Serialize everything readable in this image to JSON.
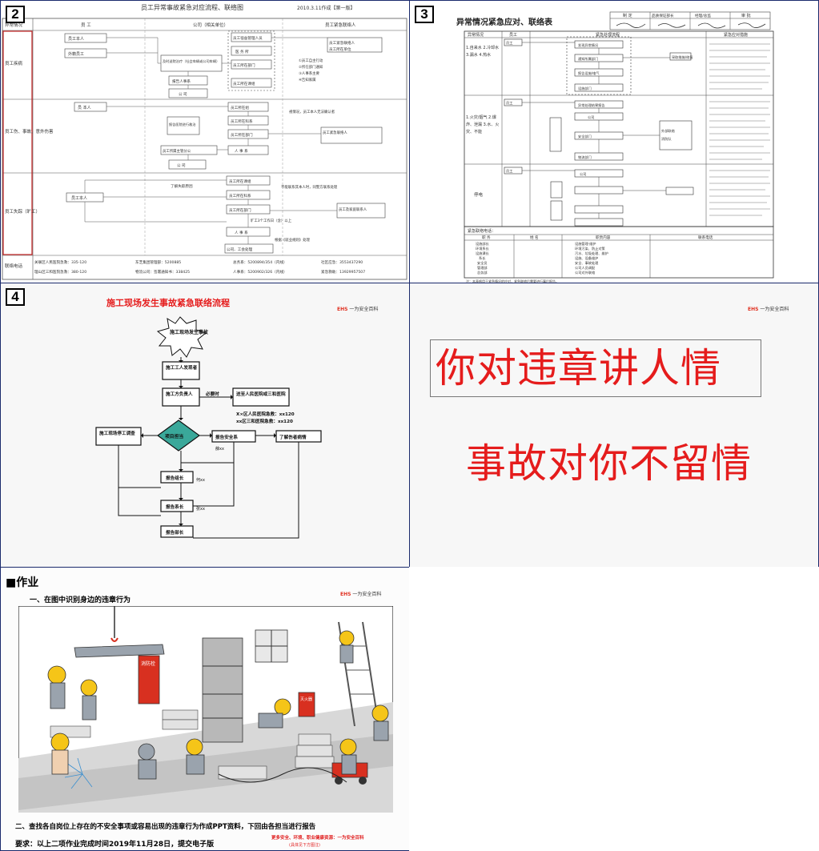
{
  "panel2": {
    "number": "2",
    "title": "员工异常事故紧急对应流程、联络图",
    "date": "2010.3.11作成【第一版】",
    "headers": [
      "异常情况",
      "员 工",
      "公司（相关单位）",
      "员工紧急联络人"
    ],
    "rows": [
      "员工疾病",
      "员工伤、事故、意外伤害",
      "员工失踪（旷工）",
      "联络电话"
    ],
    "boxes_r1": [
      "员工本人",
      "外籍员工",
      "员工宿舍管理人员",
      "医 务 所",
      "员工所在部门",
      "员工所在课组",
      "及时送院治疗（社会车辆或公司车辆）",
      "报告人事系",
      "公 司",
      "员工紧急联络人",
      "员工所在单位"
    ],
    "notes_r1": [
      "①员工自主行动",
      "②所在部门通知",
      "③人事系主要",
      "④告知家属"
    ],
    "boxes_r2": [
      "员 本人",
      "员工所在组",
      "员工所在科系",
      "员工所在部门",
      "员工所属主管分公",
      "人 事 系",
      "公 司",
      "员工紧急联络人",
      "报告医院进行救治"
    ],
    "notes_r2": [
      "视情况，员工本人无法确认者"
    ],
    "boxes_r3": [
      "员工所在课组",
      "员工所在科系",
      "员工所在部门",
      "员工本人",
      "人 事 系",
      "公司、工会处理",
      "员工及家庭联系人"
    ],
    "notes_r3": [
      "了解失踪原因",
      "不能联系其本人时，同警方联系处理",
      "旷工3个工作日（含）以上",
      "根据《就业规则》处理"
    ],
    "footer": [
      "关联区人民医院急救：335-120",
      "东芝集团管理部：5200885",
      "总务系：5200894/354（内线）",
      "社区应急：3553437290",
      "理山区三和医院急救：380-120",
      "物流公司：签署通知书：338425",
      "人事系：5200902/326（内线）",
      "紧急救助：13929957507"
    ]
  },
  "panel3": {
    "number": "3",
    "title": "异常情况紧急应对、联络表",
    "stamp_headers": [
      "制 定",
      "品质保证部长",
      "经理/总监",
      "审 批"
    ],
    "col_headers": [
      "异常情况",
      "员工",
      "紧急处理流程",
      "紧急应对措施"
    ],
    "rows": [
      "1.自来水  2.冷却水  3.漏水  4.热水",
      "1.火灾/烟气  2.爆炸、泄漏  3.水、火灾、不能",
      "停电"
    ],
    "flow_boxes": [
      "发现异常情况",
      "通知所属部门",
      "报告设施/电气",
      "设施部门",
      "采取措施/修复",
      "异常处理结果报告",
      "公司",
      "安全部门",
      "物流部门",
      "外部联络",
      "消防队",
      "公司"
    ],
    "contact_title": "紧急联络电话：",
    "contact_headers": [
      "职 务",
      "姓 名",
      "职责内容",
      "联系电话"
    ],
    "contact_roles": [
      "设施部长",
      "环境系长",
      "设施课长",
      "系长",
      "安全员",
      "管理部",
      "总务部"
    ],
    "contact_duties": [
      "设施管理·维护",
      "环境污染、防止对策",
      "污水、垃圾处理、维护",
      "设施、设备维护",
      "安全、事故处理",
      "公司人员调配",
      "公司对外联络"
    ],
    "footnote": "注：本表格用于紧急情况的应对，紧急联络后需要进行事后报告。"
  },
  "panel4": {
    "number": "4",
    "title": "施工现场发生事故紧急联络流程",
    "logo_mark": "EHS",
    "logo_text": "一为安全百科",
    "nodes": {
      "start": "施工现场发生事故",
      "finder": "施工工人发现者",
      "leader": "施工方负责人",
      "necessary": "必要时",
      "hospital": "送至人民医院或三和医院",
      "hotline1": "X×区人民医院急救：xx120",
      "hotline2": "xx区三和医院急救：xx120",
      "project": "项目担当",
      "scene": "施工现场停工调查",
      "safety": "报告安全系",
      "injury": "了解伤者病情",
      "group": "报告组长",
      "dept": "报告系长",
      "minister": "报告部长",
      "note1": "薛xx",
      "note2": "何xx",
      "note3": "张xx"
    }
  },
  "panel5": {
    "line1": "你对违章讲人情",
    "line2": "事故对你不留情"
  },
  "panel6": {
    "title": "■作业",
    "logo_mark": "EHS",
    "logo_text": "一为安全百科",
    "q1": "一、在图中识别身边的违章行为",
    "q2": "二、查找各自岗位上存在的不安全事项或容易出现的违章行为作成PPT资料，下回由各担当进行报告",
    "requirement": "要求：以上二项作业完成时间2019年11月28日，提交电子版",
    "footer1": "更多安全、环境、职业健康资源：一为安全百科",
    "footer2": "(具体见下方图注)",
    "signs": [
      "消防栓",
      "灭火器"
    ]
  },
  "colors": {
    "accent_red": "#e51c1c",
    "frame_blue": "#1a2a6c",
    "row_label_red": "#c02020",
    "teal": "#2a9a8a"
  }
}
